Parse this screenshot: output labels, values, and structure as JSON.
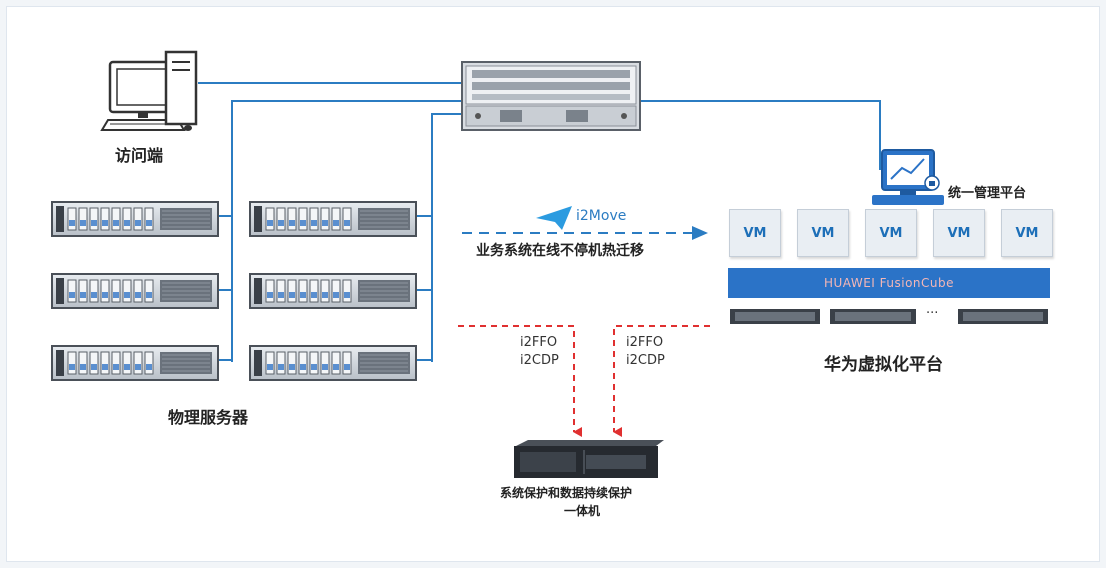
{
  "labels": {
    "access_client": "访问端",
    "physical_servers": "物理服务器",
    "migration_tool": "i2Move",
    "migration_desc": "业务系统在线不停机热迁移",
    "management": "统一管理平台",
    "platform_bar": "HUAWEI FusionCube",
    "platform_name": "华为虚拟化平台",
    "ellipsis": "···",
    "backup_line1": "系统保护和数据持续保护",
    "backup_line2": "一体机"
  },
  "protection_left": [
    "i2FFO",
    "i2CDP"
  ],
  "protection_right": [
    "i2FFO",
    "i2CDP"
  ],
  "vms": [
    "VM",
    "VM",
    "VM",
    "VM",
    "VM"
  ],
  "colors": {
    "network_line": "#2b7cc2",
    "migration_arrow": "#2b7cc2",
    "protection_line": "#e03030",
    "platform_bar": "#2b73c7"
  }
}
